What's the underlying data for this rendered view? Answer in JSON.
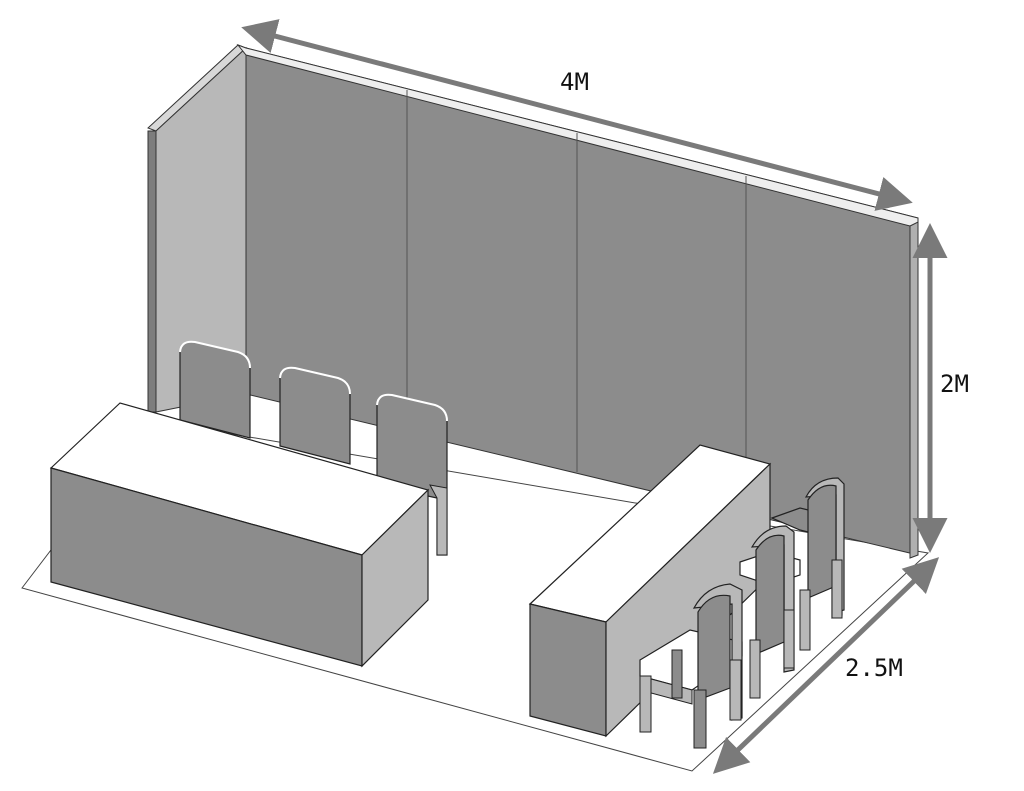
{
  "diagram": {
    "dimensions": {
      "width": "4M",
      "height": "2M",
      "depth": "2.5M"
    },
    "colors": {
      "wall_dark": "#8c8c8c",
      "wall_light": "#b8b8b8",
      "surface_white": "#ffffff",
      "outline": "#222222",
      "arrow": "#7a7a7a"
    }
  }
}
